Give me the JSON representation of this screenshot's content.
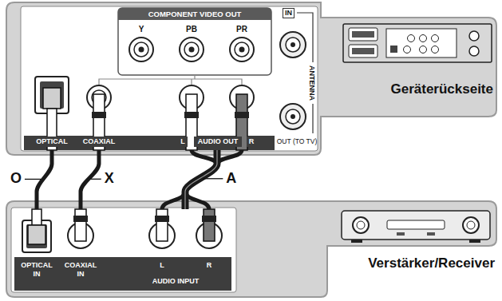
{
  "diagram": {
    "nodes": [
      {
        "text": [
          "COMPONENT VIDEO OUT"
        ]
      },
      {
        "text": [
          "OPTICAL"
        ]
      },
      {
        "text": [
          "COAXIAL"
        ]
      },
      {
        "text": [
          "AUDIO OUT",
          "L",
          "R"
        ]
      },
      {
        "text": [
          "IN",
          "ANTENNA",
          "OUT (TO TV)"
        ]
      },
      {
        "text": [
          "Geräterückseite"
        ]
      },
      {
        "text": [
          "OPTICAL IN"
        ]
      },
      {
        "text": [
          "COAXIAL IN"
        ]
      },
      {
        "text": [
          "L",
          "R",
          "AUDIO INPUT"
        ]
      },
      {
        "text": [
          "Verstärker/Receiver"
        ]
      }
    ],
    "edges": [
      {
        "from": 1,
        "to": 6,
        "arrow": "none",
        "label": "O"
      },
      {
        "from": 2,
        "to": 7,
        "arrow": "none",
        "label": "X"
      },
      {
        "from": 3,
        "to": 8,
        "arrow": "none",
        "label": "A"
      }
    ],
    "labels": [
      "Y",
      "PB",
      "PR"
    ]
  }
}
